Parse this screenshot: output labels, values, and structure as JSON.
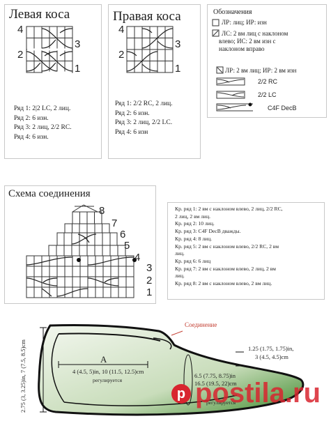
{
  "left_braid": {
    "title": "Левая коса",
    "row_numbers": [
      "4",
      "3",
      "2",
      "1"
    ],
    "rows": [
      "Ряд 1: 2|2 LC, 2 лиц.",
      "Ряд 2: 6 изн.",
      "Ряд 3: 2 лиц, 2/2 RC.",
      "Ряд 4: 6 изн."
    ]
  },
  "right_braid": {
    "title": "Правая коса",
    "row_numbers": [
      "4",
      "3",
      "2",
      "1"
    ],
    "rows": [
      "Ряд 1: 2/2 RC, 2 лиц.",
      "Ряд 2: 6 изн.",
      "Ряд 3: 2 лиц, 2/2 LC.",
      "Ряд 4: 6 изн"
    ]
  },
  "legend": {
    "title": "Обозначения",
    "items": [
      "ЛР: лиц; ИР: изн",
      "ЛС: 2 вм лиц с наклоном",
      "влево; ИС: 2 вм изн с",
      "наклоном вправо",
      "ЛР: 2 вм лиц; ИР: 2 вм изн",
      "2/2 RC",
      "2/2 LC",
      "C4F DecB"
    ]
  },
  "join_scheme": {
    "title": "Схема соединения",
    "row_numbers": [
      "8",
      "7",
      "6",
      "5",
      "4",
      "3",
      "2",
      "1"
    ],
    "rows": [
      "Кр. ряд 1: 2 вм с наклоном влево, 2 лиц, 2/2 RC,",
      "2 лиц, 2 вм лиц.",
      "Кр. ряд 2: 10 лиц.",
      "Кр. ряд 3: C4F DecB дважды.",
      "Кр. ряд 4: 8 лиц.",
      "Кр. ряд 5: 2 вм с наклоном влево, 2/2 RC, 2 вм",
      "лиц.",
      "Кр. ряд 6: 6 лиц",
      "Кр. ряд 7: 2 вм с наклоном влево, 2 лиц, 2 вм",
      "лиц.",
      "Кр. ряд 8: 2 вм с наклоном влево, 2 вм лиц."
    ]
  },
  "slipper": {
    "join_label": "Соединение",
    "height": "2.75 (3, 3.25)in, 7 (7.5, 8.5)cm",
    "letter_a": "A",
    "length": "4 (4.5, 5)in, 10 (11.5, 12.5)cm",
    "adjustable": "регулируется",
    "cuff": "1.25 (1.75, 1.75)in,",
    "cuff_cm": "3 (4.5, 4.5)cm",
    "width": "6.5 (7.75, 8.75)in",
    "width_cm": "16.5 (19.5, 22)cm",
    "adjustable2": "регулируется"
  },
  "watermark": "postila.ru"
}
